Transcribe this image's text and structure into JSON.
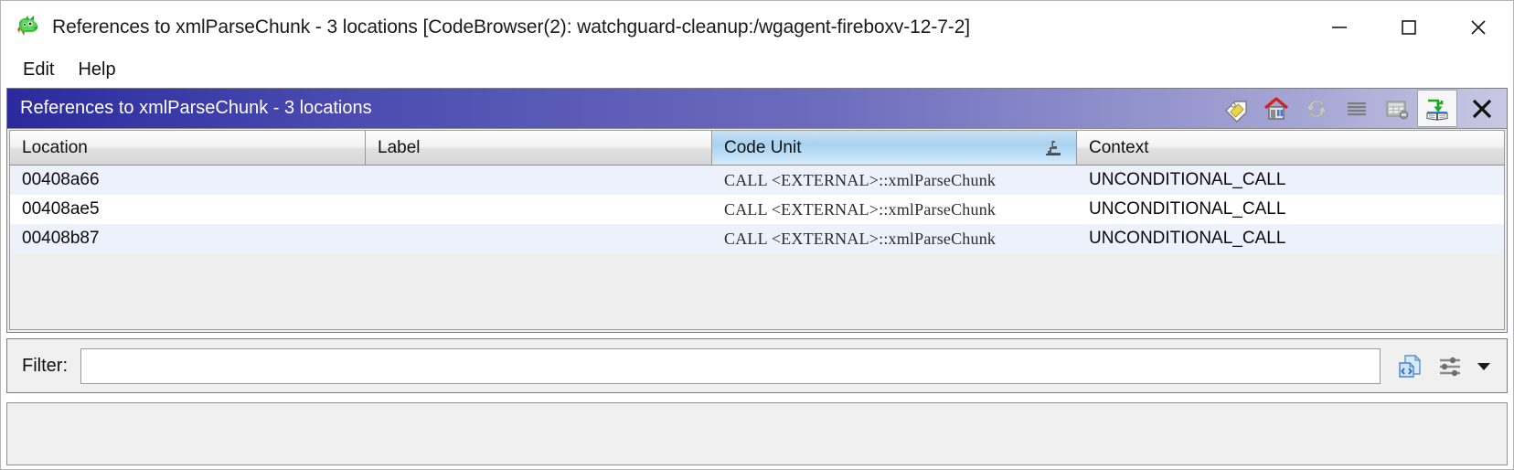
{
  "window": {
    "title": "References to xmlParseChunk - 3 locations [CodeBrowser(2): watchguard-cleanup:/wgagent-fireboxv-12-7-2]",
    "app_icon": "ghidra-dragon-icon",
    "controls": {
      "minimize": "minimize-icon",
      "maximize": "maximize-icon",
      "close": "close-icon"
    }
  },
  "menubar": {
    "items": [
      {
        "label": "Edit"
      },
      {
        "label": "Help"
      }
    ]
  },
  "provider": {
    "title": "References to xmlParseChunk - 3 locations",
    "title_gradient_start": "#2a2a9e",
    "title_gradient_end": "#c8c8e4",
    "toolbar": [
      {
        "name": "make-selection-icon",
        "tooltip": "Make Selection",
        "selected": false
      },
      {
        "name": "home-icon",
        "tooltip": "Home",
        "selected": false
      },
      {
        "name": "refresh-icon",
        "tooltip": "Refresh",
        "selected": false
      },
      {
        "name": "list-lines-icon",
        "tooltip": "Toggle Lines",
        "selected": false
      },
      {
        "name": "table-remove-icon",
        "tooltip": "Remove Items",
        "selected": false
      },
      {
        "name": "navigate-into-icon",
        "tooltip": "Navigation Toggle",
        "selected": true
      },
      {
        "name": "close-icon",
        "tooltip": "Close",
        "selected": false
      }
    ]
  },
  "table": {
    "columns": [
      {
        "key": "location",
        "label": "Location",
        "sorted": false
      },
      {
        "key": "label",
        "label": "Label",
        "sorted": false
      },
      {
        "key": "code_unit",
        "label": "Code Unit",
        "sorted": true,
        "sort_icon": "sort-ascending-icon"
      },
      {
        "key": "context",
        "label": "Context",
        "sorted": false
      }
    ],
    "rows": [
      {
        "location": "00408a66",
        "label": "",
        "code_unit": "CALL <EXTERNAL>::xmlParseChunk",
        "context": "UNCONDITIONAL_CALL"
      },
      {
        "location": "00408ae5",
        "label": "",
        "code_unit": "CALL <EXTERNAL>::xmlParseChunk",
        "context": "UNCONDITIONAL_CALL"
      },
      {
        "location": "00408b87",
        "label": "",
        "code_unit": "CALL <EXTERNAL>::xmlParseChunk",
        "context": "UNCONDITIONAL_CALL"
      }
    ],
    "row_color_odd": "#ecf1fb",
    "row_color_even": "#ffffff",
    "sorted_header_color": "#a9d2f0"
  },
  "filter": {
    "label": "Filter:",
    "value": "",
    "placeholder": "",
    "tools": [
      {
        "name": "filter-source-icon",
        "tooltip": "Filter Source"
      },
      {
        "name": "filter-options-icon",
        "tooltip": "Filter Options"
      },
      {
        "name": "chevron-down-icon",
        "tooltip": "More Options"
      }
    ]
  },
  "statusbar": {
    "text": ""
  }
}
